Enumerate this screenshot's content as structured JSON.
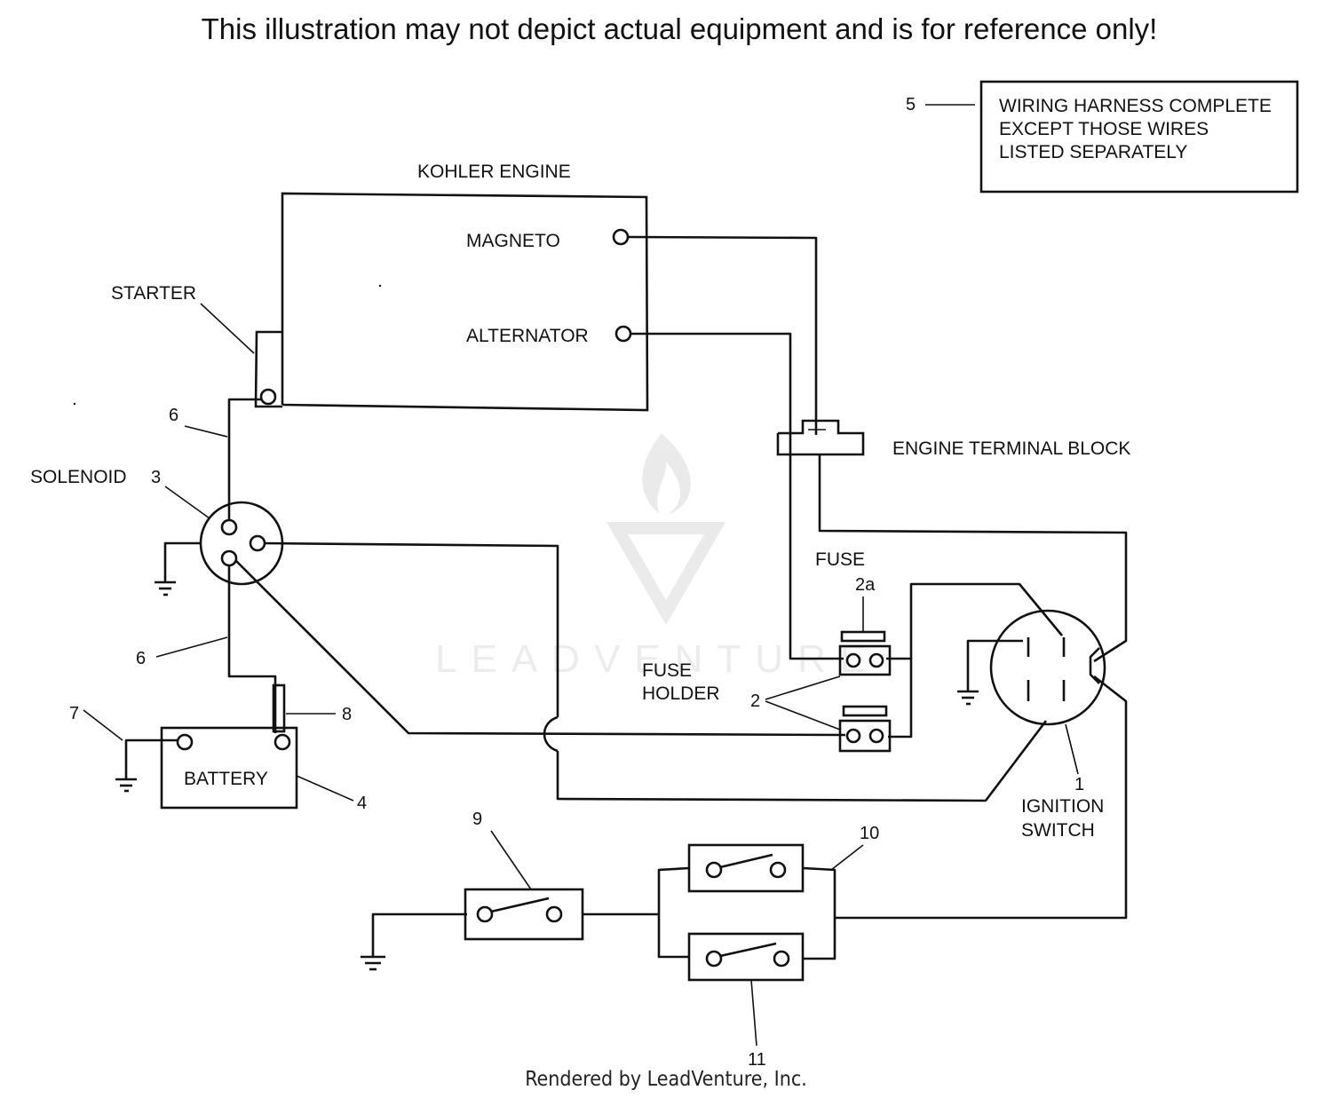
{
  "header": {
    "disclaimer": "This illustration may not depict actual equipment and is for reference only!"
  },
  "labels": {
    "kohler_engine": "KOHLER ENGINE",
    "magneto": "MAGNETO",
    "alternator": "ALTERNATOR",
    "starter": "STARTER",
    "solenoid": "SOLENOID",
    "battery": "BATTERY",
    "engine_terminal_block": "ENGINE TERMINAL BLOCK",
    "fuse": "FUSE",
    "fuse_holder_line1": "FUSE",
    "fuse_holder_line2": "HOLDER",
    "ignition_switch_line1": "IGNITION",
    "ignition_switch_line2": "SWITCH"
  },
  "note": {
    "line1": "WIRING HARNESS COMPLETE",
    "line2": "EXCEPT THOSE WIRES",
    "line3": "LISTED SEPARATELY"
  },
  "callouts": {
    "c1": "1",
    "c2": "2",
    "c2a": "2a",
    "c3": "3",
    "c4": "4",
    "c5": "5",
    "c6_top": "6",
    "c6_bottom": "6",
    "c7": "7",
    "c8": "8",
    "c9": "9",
    "c10": "10",
    "c11": "11"
  },
  "watermark": {
    "text": "LEADVENTURE"
  },
  "footer": {
    "text": "Rendered by LeadVenture, Inc."
  }
}
